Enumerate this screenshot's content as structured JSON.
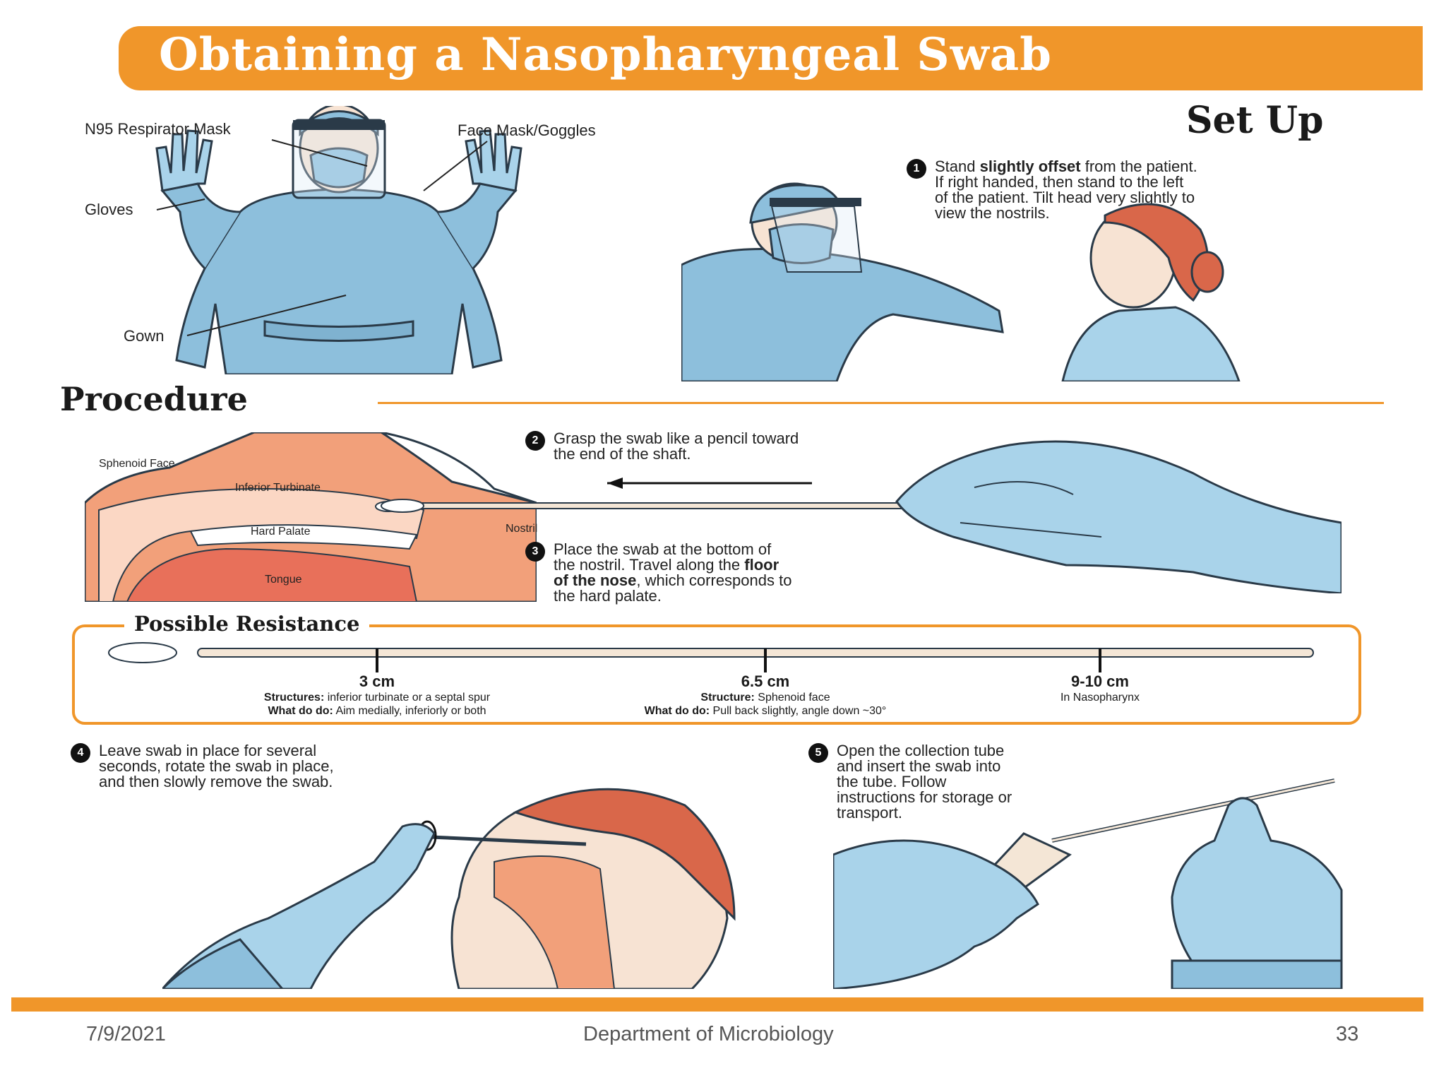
{
  "title": "Obtaining a Nasopharyngeal Swab",
  "setup": {
    "heading": "Set Up",
    "labels": {
      "n95": "N95 Respirator Mask",
      "face_mask": "Face Mask/Goggles",
      "gloves": "Gloves",
      "gown": "Gown"
    },
    "step1": {
      "number": "1",
      "line1_pre": "Stand ",
      "line1_bold": "slightly offset",
      "line1_post": " from the patient.",
      "line2": "If right handed, then stand to the left",
      "line3": "of the patient.  Tilt head very slightly to",
      "line4": "view the nostrils."
    }
  },
  "procedure": {
    "heading": "Procedure",
    "anatomy": {
      "sphenoid": "Sphenoid Face",
      "turbinate": "Inferior Turbinate",
      "palate": "Hard Palate",
      "tongue": "Tongue",
      "nostril": "Nostril"
    },
    "step2": {
      "number": "2",
      "line1": "Grasp the swab like a pencil toward",
      "line2": "the end of the shaft."
    },
    "step3": {
      "number": "3",
      "line1": "Place the swab at the bottom of",
      "line2_pre": "the nostril.  Travel along the ",
      "line2_bold": "floor",
      "line3_bold": "of the nose",
      "line3_post": ", which corresponds to",
      "line4": "the hard palate."
    }
  },
  "resistance": {
    "heading": "Possible Resistance",
    "marks": [
      {
        "title": "3 cm",
        "line1_bold": "Structures:",
        "line1": " inferior turbinate or a septal spur",
        "line2_bold": "What do do:",
        "line2": " Aim medially, inferiorly or both"
      },
      {
        "title": "6.5 cm",
        "line1_bold": "Structure:",
        "line1": " Sphenoid face",
        "line2_bold": "What do do:",
        "line2": " Pull back slightly, angle down ~30°"
      },
      {
        "title": "9-10 cm",
        "line1_bold": "",
        "line1": "In Nasopharynx",
        "line2_bold": "",
        "line2": ""
      }
    ]
  },
  "step4": {
    "number": "4",
    "line1": "Leave swab in place for several",
    "line2": "seconds, rotate the swab in place,",
    "line3": "and then slowly remove the swab."
  },
  "step5": {
    "number": "5",
    "line1": "Open the collection tube",
    "line2": "and insert the swab into",
    "line3": "the tube. Follow",
    "line4": "instructions for storage or",
    "line5": "transport."
  },
  "footer": {
    "date": "7/9/2021",
    "department": "Department of Microbiology",
    "page": "33"
  },
  "colors": {
    "accent": "#f0962a",
    "gown_blue": "#8dbfdc",
    "glove_blue": "#a9d3ea",
    "hair": "#d9674a",
    "tissue": "#f2a07a",
    "outline": "#2a3a48"
  }
}
